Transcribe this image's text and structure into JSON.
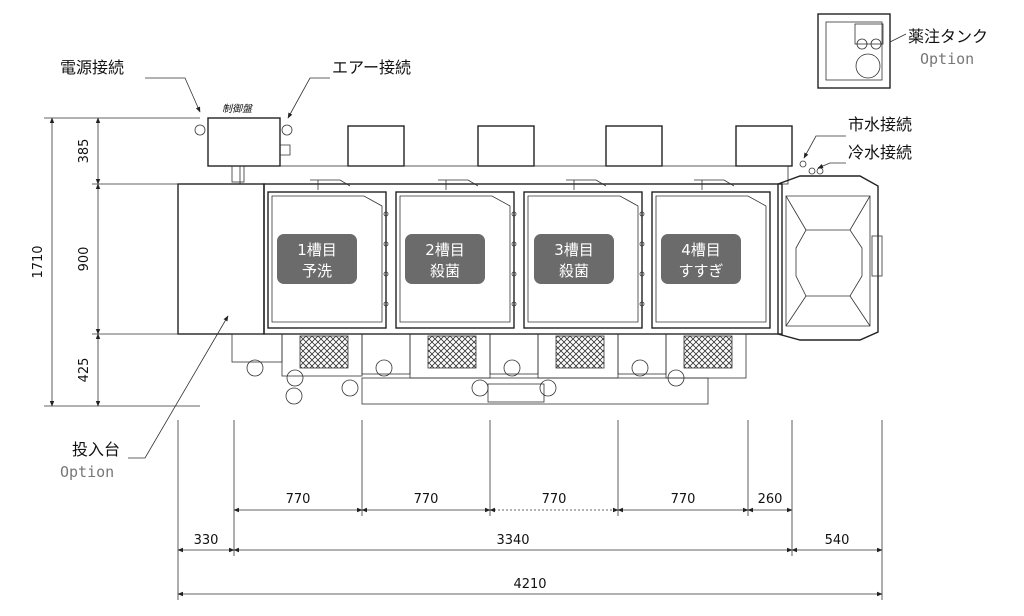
{
  "labels": {
    "power": "電源接続",
    "air": "エアー接続",
    "control_panel": "制御盤",
    "chemical_tank": "薬注タンク",
    "chemical_tank_option": "Option",
    "city_water": "市水接続",
    "cold_water": "冷水接続",
    "loading_table": "投入台",
    "loading_table_option": "Option"
  },
  "tanks": [
    {
      "line1": "1槽目",
      "line2": "予洗"
    },
    {
      "line1": "2槽目",
      "line2": "殺菌"
    },
    {
      "line1": "3槽目",
      "line2": "殺菌"
    },
    {
      "line1": "4槽目",
      "line2": "すすぎ"
    }
  ],
  "dimensions": {
    "vertical_total": "1710",
    "vertical_top": "385",
    "vertical_mid": "900",
    "vertical_bottom": "425",
    "tank_w1": "770",
    "tank_w2": "770",
    "tank_w3": "770",
    "tank_w4": "770",
    "tail": "260",
    "left_option": "330",
    "main": "3340",
    "right_option": "540",
    "total": "4210"
  },
  "colors": {
    "line": "#222222",
    "tank_label_bg": "#6b6b6b",
    "option_text": "#777777"
  }
}
